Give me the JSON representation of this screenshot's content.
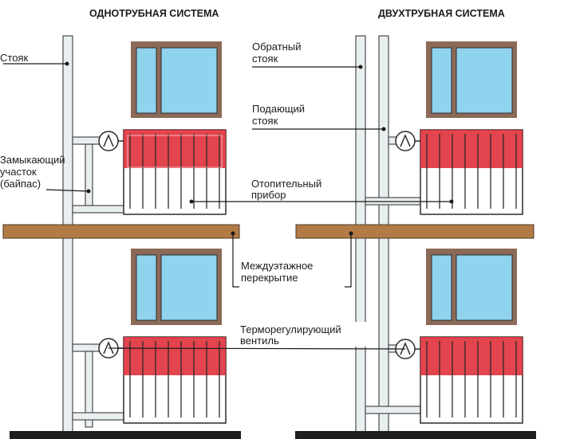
{
  "titles": {
    "left": "ОДНОТРУБНАЯ СИСТЕМА",
    "right": "ДВУХТРУБНАЯ СИСТЕМА"
  },
  "labels": {
    "riser": "Стояк",
    "bypass": [
      "Замыкающий",
      "участок",
      "(байпас)"
    ],
    "return_riser": [
      "Обратный",
      "стояк"
    ],
    "supply_riser": [
      "Подающий",
      "стояк"
    ],
    "heater": [
      "Отопительный",
      "прибор"
    ],
    "floor": [
      "Междуэтажное",
      "перекрытие"
    ],
    "valve": [
      "Терморегулирующий",
      "вентиль"
    ]
  },
  "colors": {
    "window_frame": "#8b6a58",
    "window_glass": "#8fd3ee",
    "slab": "#b27a45",
    "pipe": "#e9eef0",
    "pipe_edge": "#4b4b4b",
    "radiator_hot": "#e0303a",
    "radiator_cold": "#ffffff",
    "floor_dark": "#1e1e1e"
  },
  "icons": {
    "valve": "thermostatic-valve-icon",
    "radiator": "radiator-icon",
    "window": "window-icon"
  }
}
